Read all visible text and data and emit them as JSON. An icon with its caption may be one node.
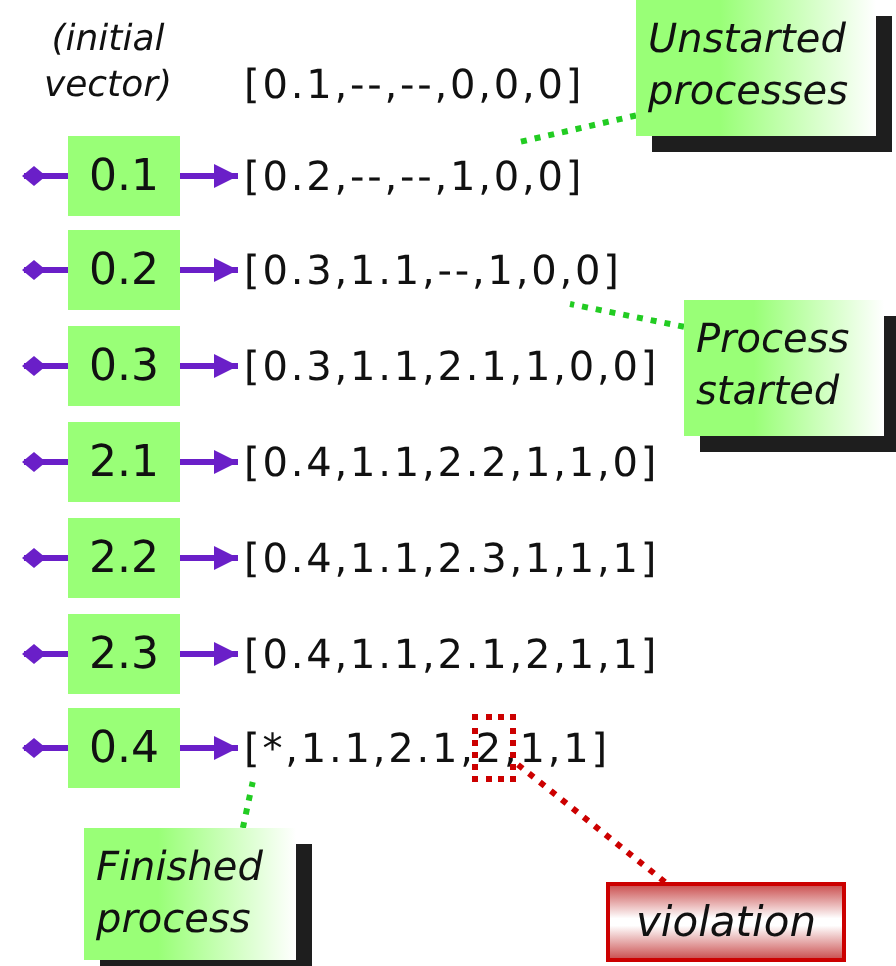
{
  "diagram": {
    "nodes": [
      {
        "text": [
          "[0.1,--,--,0,0,0]"
        ]
      },
      {
        "text": [
          "Unstarted processes"
        ]
      },
      {
        "text": [
          "0.1"
        ]
      },
      {
        "text": [
          "[0.2,--,--,1,0,0]"
        ]
      },
      {
        "text": [
          "0.2"
        ]
      },
      {
        "text": [
          "[0.3,1.1,--,1,0,0]"
        ]
      },
      {
        "text": [
          "Process started"
        ]
      },
      {
        "text": [
          "0.3"
        ]
      },
      {
        "text": [
          "[0.3,1.1,2.1,1,0,0]"
        ]
      },
      {
        "text": [
          "2.1"
        ]
      },
      {
        "text": [
          "[0.4,1.1,2.2,1,1,0]"
        ]
      },
      {
        "text": [
          "2.2"
        ]
      },
      {
        "text": [
          "[0.4,1.1,2.3,1,1,1]"
        ]
      },
      {
        "text": [
          "2.3"
        ]
      },
      {
        "text": [
          "[0.4,1.1,2.1,2,1,1]"
        ]
      },
      {
        "text": [
          "0.4"
        ]
      },
      {
        "text": [
          "[*,1.1,2.1,2,1,1]"
        ]
      },
      {
        "text": [],
        "shape": "box",
        "in": 16
      },
      {
        "text": [
          "Finished process"
        ]
      },
      {
        "text": [
          "violation"
        ]
      }
    ],
    "edges": [
      {
        "from": 1,
        "to": 3,
        "arrow": "none",
        "style": "dashed",
        "color": "#22cc22"
      },
      {
        "from": 2,
        "to": null,
        "arrow": "other"
      },
      {
        "from": 2,
        "to": 3,
        "arrow": "to"
      },
      {
        "from": 4,
        "to": null,
        "arrow": "other"
      },
      {
        "from": 4,
        "to": 5,
        "arrow": "to"
      },
      {
        "from": 6,
        "to": 5,
        "arrow": "none",
        "style": "dashed",
        "color": "#22cc22"
      },
      {
        "from": 7,
        "to": null,
        "arrow": "other"
      },
      {
        "from": 7,
        "to": 8,
        "arrow": "to"
      },
      {
        "from": 9,
        "to": null,
        "arrow": "other"
      },
      {
        "from": 9,
        "to": 10,
        "arrow": "to"
      },
      {
        "from": 11,
        "to": null,
        "arrow": "other"
      },
      {
        "from": 11,
        "to": 12,
        "arrow": "to"
      },
      {
        "from": 13,
        "to": null,
        "arrow": "other"
      },
      {
        "from": 13,
        "to": 14,
        "arrow": "to"
      },
      {
        "from": 15,
        "to": null,
        "arrow": "other"
      },
      {
        "from": 15,
        "to": 16,
        "arrow": "to"
      },
      {
        "from": 18,
        "to": 16,
        "arrow": "none",
        "style": "dashed",
        "color": "#22cc22"
      },
      {
        "from": 19,
        "to": 17,
        "arrow": "none",
        "style": "dashed",
        "color": "#cc0000"
      }
    ],
    "labels": [
      "(initial vector)"
    ]
  }
}
